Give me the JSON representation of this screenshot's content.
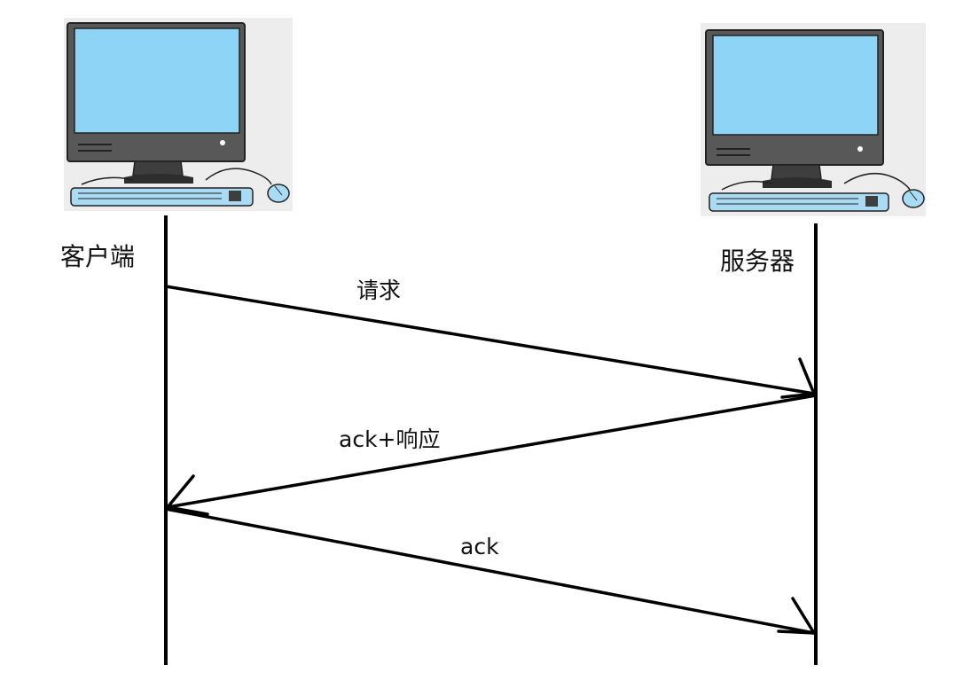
{
  "participants": {
    "client": {
      "label": "客户端"
    },
    "server": {
      "label": "服务器"
    }
  },
  "messages": [
    {
      "from": "client",
      "to": "server",
      "label": "请求"
    },
    {
      "from": "server",
      "to": "client",
      "label": "ack+响应"
    },
    {
      "from": "client",
      "to": "server",
      "label": "ack"
    }
  ],
  "colors": {
    "line": "#000000",
    "screen": "#8ed4f7",
    "monitor_body": "#585858",
    "keyboard": "#a9dcf4",
    "panel_bg": "#ededed"
  }
}
